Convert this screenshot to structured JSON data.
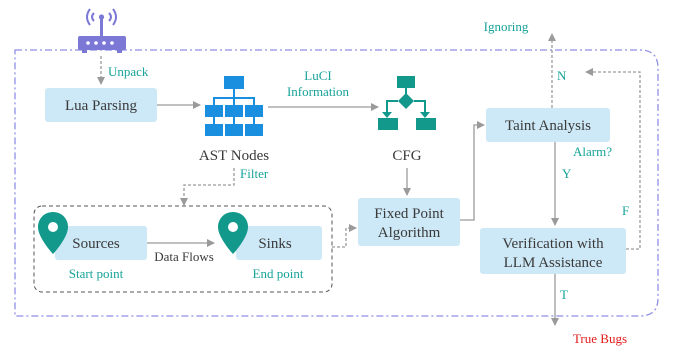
{
  "colors": {
    "box_fill": "#cde8f6",
    "icon_blue": "#1a8fe0",
    "icon_teal": "#12998b",
    "label_teal": "#17a398",
    "text_dark": "#3a3a3a",
    "true_bugs_red": "#e31b1b",
    "outer_dash": "#8f8fe8",
    "arrow_gray": "#9a9a9a"
  },
  "icons": {
    "router": "router-icon",
    "ast": "hierarchy-tree-icon",
    "cfg": "flowchart-icon",
    "sources": "location-pin-icon",
    "sinks": "location-pin-icon"
  },
  "nodes": {
    "lua_parsing": "Lua Parsing",
    "ast_nodes": "AST Nodes",
    "cfg": "CFG",
    "sources": "Sources",
    "sinks": "Sinks",
    "fixed_point_line1": "Fixed Point",
    "fixed_point_line2": "Algorithm",
    "taint_analysis": "Taint Analysis",
    "verification_line1": "Verification with",
    "verification_line2": "LLM Assistance"
  },
  "labels": {
    "unpack": "Unpack",
    "luci_line1": "LuCI",
    "luci_line2": "Information",
    "filter": "Filter",
    "start_point": "Start point",
    "data_flows": "Data Flows",
    "end_point": "End point",
    "ignoring": "Ignoring",
    "n": "N",
    "alarm": "Alarm?",
    "y": "Y",
    "f": "F",
    "t": "T",
    "true_bugs": "True Bugs"
  }
}
